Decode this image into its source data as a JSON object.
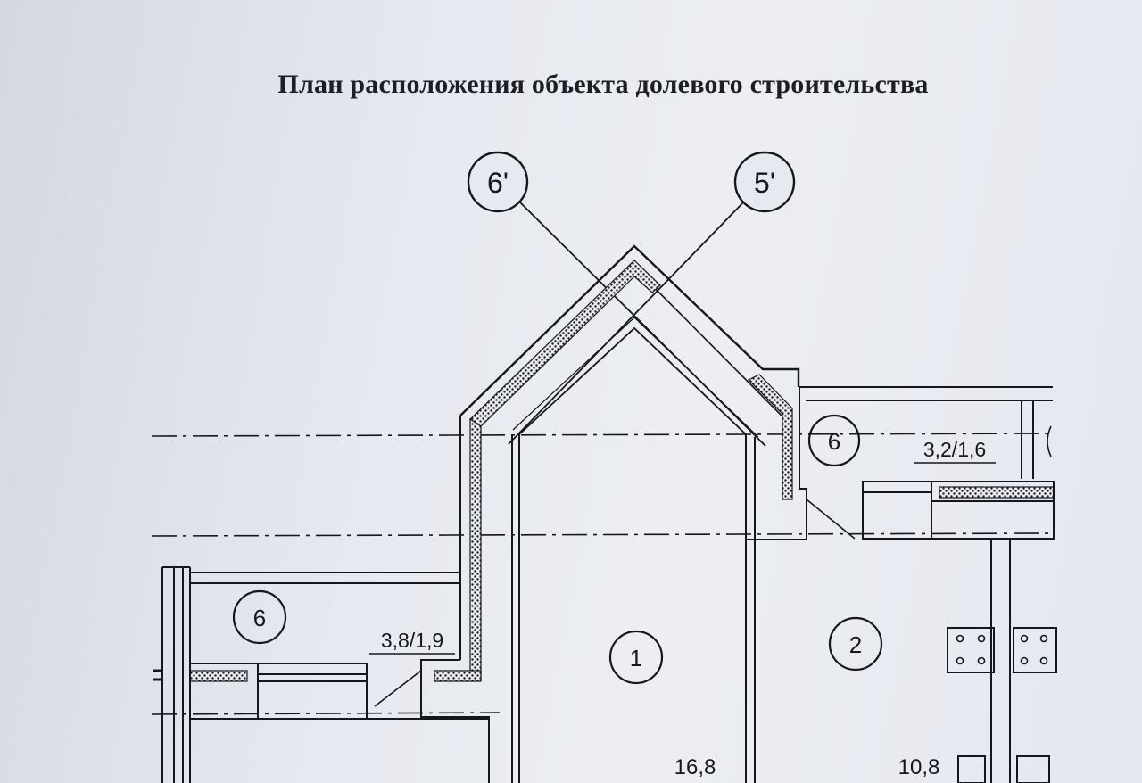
{
  "title": "План расположения объекта долевого строительства",
  "axis_markers": [
    "6'",
    "5'"
  ],
  "rooms": [
    {
      "number": "1",
      "area": "16,8"
    },
    {
      "number": "2",
      "area": "10,8"
    },
    {
      "number": "6",
      "area": "3,8/1,9"
    },
    {
      "number": "6",
      "area": "3,2/1,6"
    }
  ],
  "colors": {
    "ink": "#15171c",
    "paper": "#e6e9ef"
  }
}
